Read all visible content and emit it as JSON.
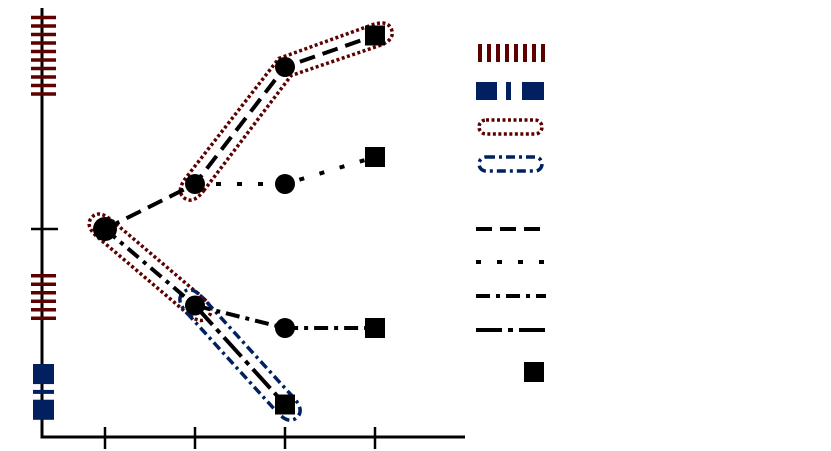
{
  "colors": {
    "ink": "#000000",
    "maroon": "#5c0000",
    "navy": "#002060",
    "background": "#ffffff"
  },
  "chart_data": {
    "type": "tree-diagram",
    "title": "",
    "xlabel": "",
    "ylabel": "",
    "x_ticks": [
      1,
      2,
      3,
      4
    ],
    "y_ticks": [
      0
    ],
    "xlim": [
      0.3,
      5.0
    ],
    "ylim": [
      -2.25,
      2.25
    ],
    "nodes": [
      {
        "id": "root",
        "x": 1,
        "y": 0.0,
        "marker": "circle-large"
      },
      {
        "id": "u1",
        "x": 2,
        "y": 0.5,
        "marker": "circle"
      },
      {
        "id": "d1",
        "x": 2,
        "y": -0.85,
        "marker": "circle"
      },
      {
        "id": "uu",
        "x": 3,
        "y": 1.8,
        "marker": "circle"
      },
      {
        "id": "ud",
        "x": 3,
        "y": 0.5,
        "marker": "circle"
      },
      {
        "id": "du",
        "x": 3,
        "y": -1.1,
        "marker": "circle"
      },
      {
        "id": "dd",
        "x": 3,
        "y": -1.95,
        "marker": "square"
      },
      {
        "id": "uuu",
        "x": 4,
        "y": 2.15,
        "marker": "square"
      },
      {
        "id": "udu",
        "x": 4,
        "y": 0.8,
        "marker": "square"
      },
      {
        "id": "dud",
        "x": 4,
        "y": -1.1,
        "marker": "square"
      }
    ],
    "paths": [
      {
        "style": "dashed",
        "nodes": [
          "root",
          "u1",
          "uu",
          "uuu"
        ]
      },
      {
        "style": "dotted",
        "nodes": [
          "u1",
          "ud",
          "udu"
        ]
      },
      {
        "style": "dash-dot",
        "nodes": [
          "root",
          "d1",
          "du",
          "dud"
        ]
      },
      {
        "style": "long-dash-dot",
        "nodes": [
          "d1",
          "dd"
        ]
      }
    ],
    "highlights": [
      {
        "color": "maroon",
        "style": "dotted",
        "nodes": [
          "u1",
          "uu",
          "uuu"
        ]
      },
      {
        "color": "maroon",
        "style": "dotted",
        "nodes": [
          "root",
          "d1"
        ]
      },
      {
        "color": "navy",
        "style": "dash-dot",
        "nodes": [
          "d1",
          "dd"
        ]
      }
    ],
    "y_rug_ticks": [
      {
        "color": "maroon",
        "style": "tick-stack",
        "y_from": 1.47,
        "y_to": 2.35
      },
      {
        "color": "maroon",
        "style": "tick-stack",
        "y_from": -1.02,
        "y_to": -0.52
      },
      {
        "color": "navy",
        "style": "block-stack",
        "y_from": -2.12,
        "y_to": -1.5
      }
    ],
    "legend": {
      "placement": "right",
      "entries": [
        {
          "kind": "hatch-bar",
          "color": "maroon"
        },
        {
          "kind": "dash-bar",
          "color": "navy"
        },
        {
          "kind": "ellipse-dotted",
          "color": "maroon"
        },
        {
          "kind": "ellipse-dashdot",
          "color": "navy"
        },
        {
          "kind": "line-dashed",
          "color": "ink"
        },
        {
          "kind": "line-dotted",
          "color": "ink"
        },
        {
          "kind": "line-dashdot",
          "color": "ink"
        },
        {
          "kind": "line-longdashdot",
          "color": "ink"
        },
        {
          "kind": "square-marker",
          "color": "ink"
        }
      ]
    }
  }
}
